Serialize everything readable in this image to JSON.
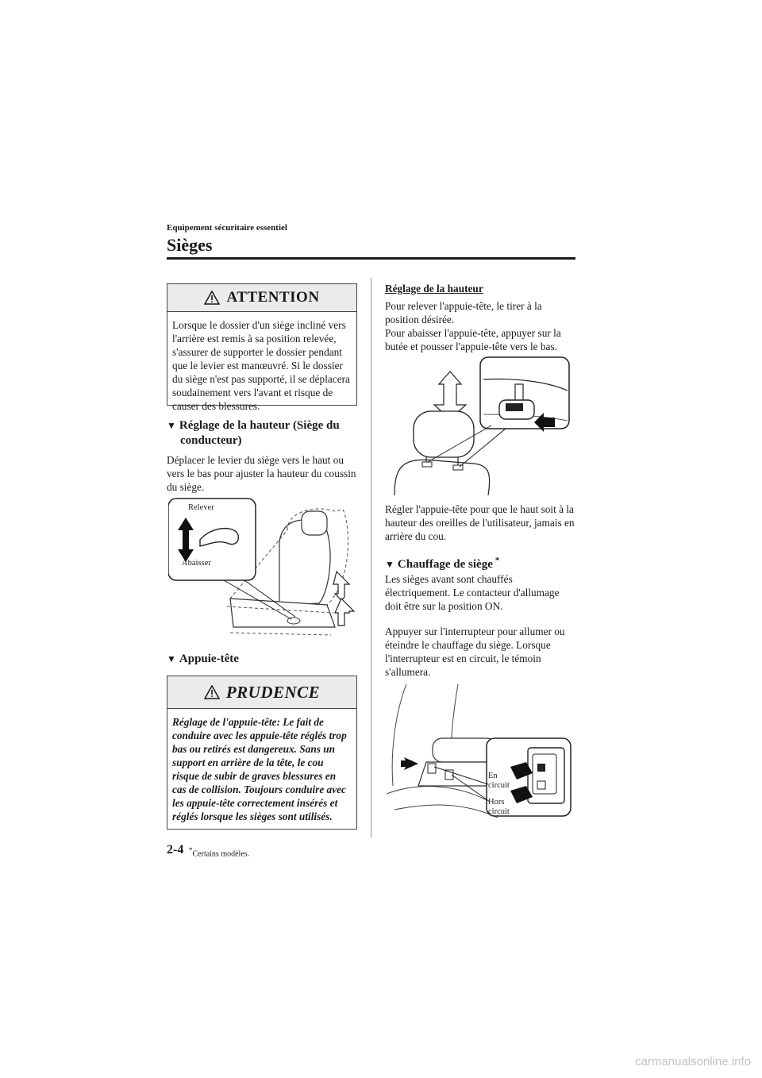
{
  "header": {
    "section": "Equipement sécuritaire essentiel",
    "title": "Sièges"
  },
  "attention": {
    "title": "ATTENTION",
    "body": "Lorsque le dossier d'un siège incliné vers l'arrière est remis à sa position relevée, s'assurer de supporter le dossier pendant que le levier est manœuvré. Si le dossier du siège n'est pas supporté, il se déplacera soudainement vers l'avant et risque de causer des blessures."
  },
  "left": {
    "heading1_line1": "Réglage de la hauteur (Siège du",
    "heading1_line2": "conducteur)",
    "para1": "Déplacer le levier du siège vers le haut ou vers le bas pour ajuster la hauteur du coussin du siège.",
    "fig_relever": "Relever",
    "fig_abaisser": "Abaisser",
    "heading2": "Appuie-tête"
  },
  "prudence": {
    "title": "PRUDENCE",
    "body": "Réglage de l'appuie-tête: Le fait de conduire avec les appuie-tête réglés trop bas ou retirés est dangereux. Sans un support en arrière de la tête, le cou risque de subir de graves blessures en cas de collision. Toujours conduire avec les appuie-tête correctement insérés et réglés lorsque les sièges sont utilisés."
  },
  "right": {
    "subheading": "Réglage de la hauteur",
    "para1": "Pour relever l'appuie-tête, le tirer à la position désirée.",
    "para2": "Pour abaisser l'appuie-tête, appuyer sur la butée et pousser l'appuie-tête vers le bas.",
    "para3": "Régler l'appuie-tête pour que le haut soit à la hauteur des oreilles de l'utilisateur, jamais en arrière du cou.",
    "heading3": "Chauffage de siège",
    "heading3_star": "*",
    "para4": "Les sièges avant sont chauffés électriquement. Le contacteur d'allumage doit être sur la position ON.",
    "para5": "Appuyer sur l'interrupteur pour allumer ou éteindre le chauffage du siège. Lorsque l'interrupteur est en circuit, le témoin s'allumera.",
    "fig_en1": "En",
    "fig_en2": "circuit",
    "fig_hors1": "Hors",
    "fig_hors2": "circuit"
  },
  "footer": {
    "page": "2-4",
    "star": "*",
    "note": "Certains modèles.",
    "watermark": "carmanualsonline.info"
  }
}
